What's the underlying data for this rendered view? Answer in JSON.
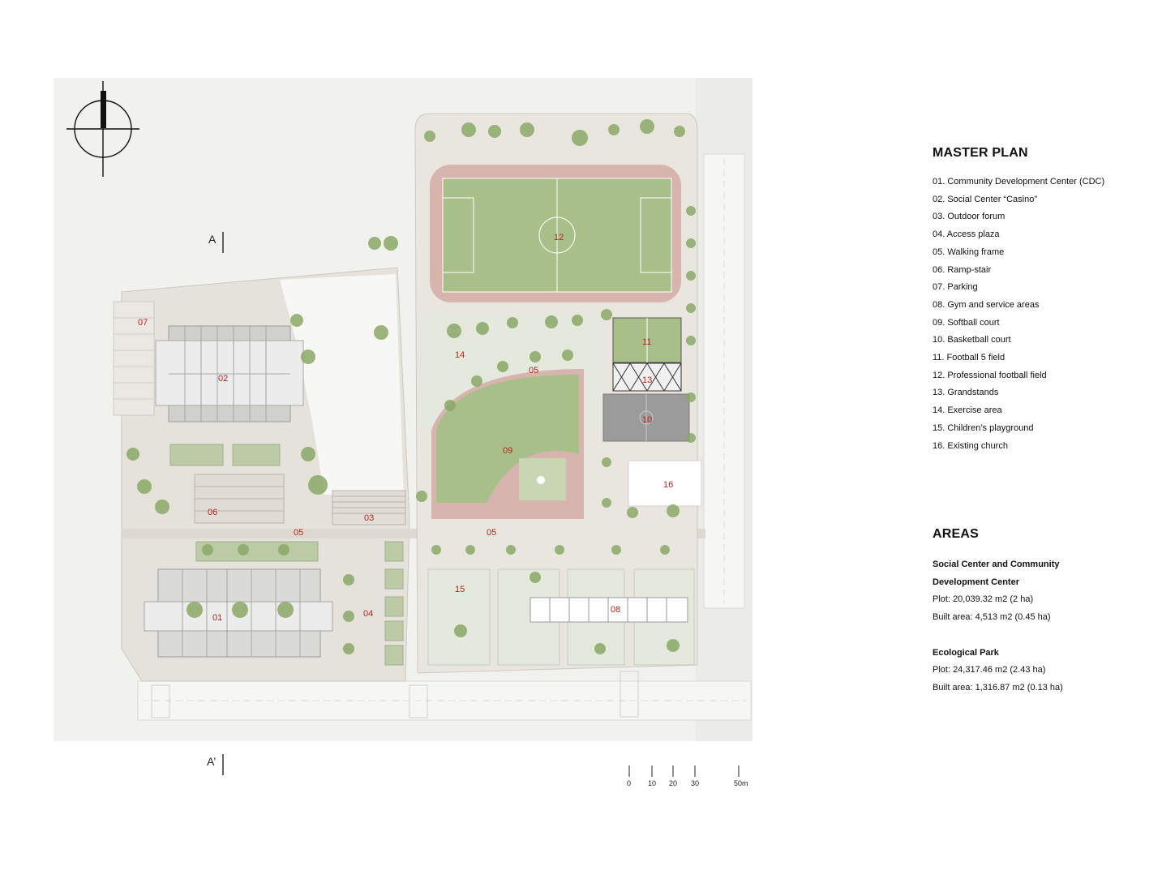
{
  "master_plan": {
    "title": "MASTER PLAN",
    "items": [
      "01. Community Development Center (CDC)",
      "02. Social Center “Casino”",
      "03. Outdoor forum",
      "04. Access plaza",
      "05. Walking frame",
      "06. Ramp-stair",
      "07. Parking",
      "08. Gym and service areas",
      "09. Softball court",
      "10. Basketball court",
      "11. Football 5 field",
      "12. Professional football field",
      "13. Grandstands",
      "14. Exercise area",
      "15. Children’s playground",
      "16. Existing church"
    ]
  },
  "areas": {
    "title": "AREAS",
    "group1_title_a": "Social Center and Community",
    "group1_title_b": "Development Center",
    "group1_plot": "Plot: 20,039.32 m2 (2 ha)",
    "group1_built": "Built area: 4,513 m2 (0.45 ha)",
    "group2_title": "Ecological Park",
    "group2_plot": "Plot: 24,317.46 m2 (2.43 ha)",
    "group2_built": "Built area: 1,316.87 m2 (0.13 ha)"
  },
  "map": {
    "zone_labels": {
      "z01": "01",
      "z02": "02",
      "z03": "03",
      "z04": "04",
      "z05a": "05",
      "z05b": "05",
      "z05c": "05",
      "z06": "06",
      "z07": "07",
      "z08": "08",
      "z09": "09",
      "z10": "10",
      "z11": "11",
      "z12": "12",
      "z13": "13",
      "z14": "14",
      "z15": "15",
      "z16": "16"
    },
    "section_a": "A",
    "section_a_prime": "A’",
    "scale_ticks": [
      "0",
      "10",
      "20",
      "30",
      "50m"
    ],
    "colors": {
      "label": "#b3261e",
      "grass": "#a9bf8a",
      "tree": "#8aa866",
      "paving": "#dcd6cf",
      "track": "#d7b4ae",
      "court": "#9b9b9b",
      "roof": "#ececec"
    },
    "icons": [
      "north-arrow-icon",
      "scale-bar-icon"
    ]
  }
}
